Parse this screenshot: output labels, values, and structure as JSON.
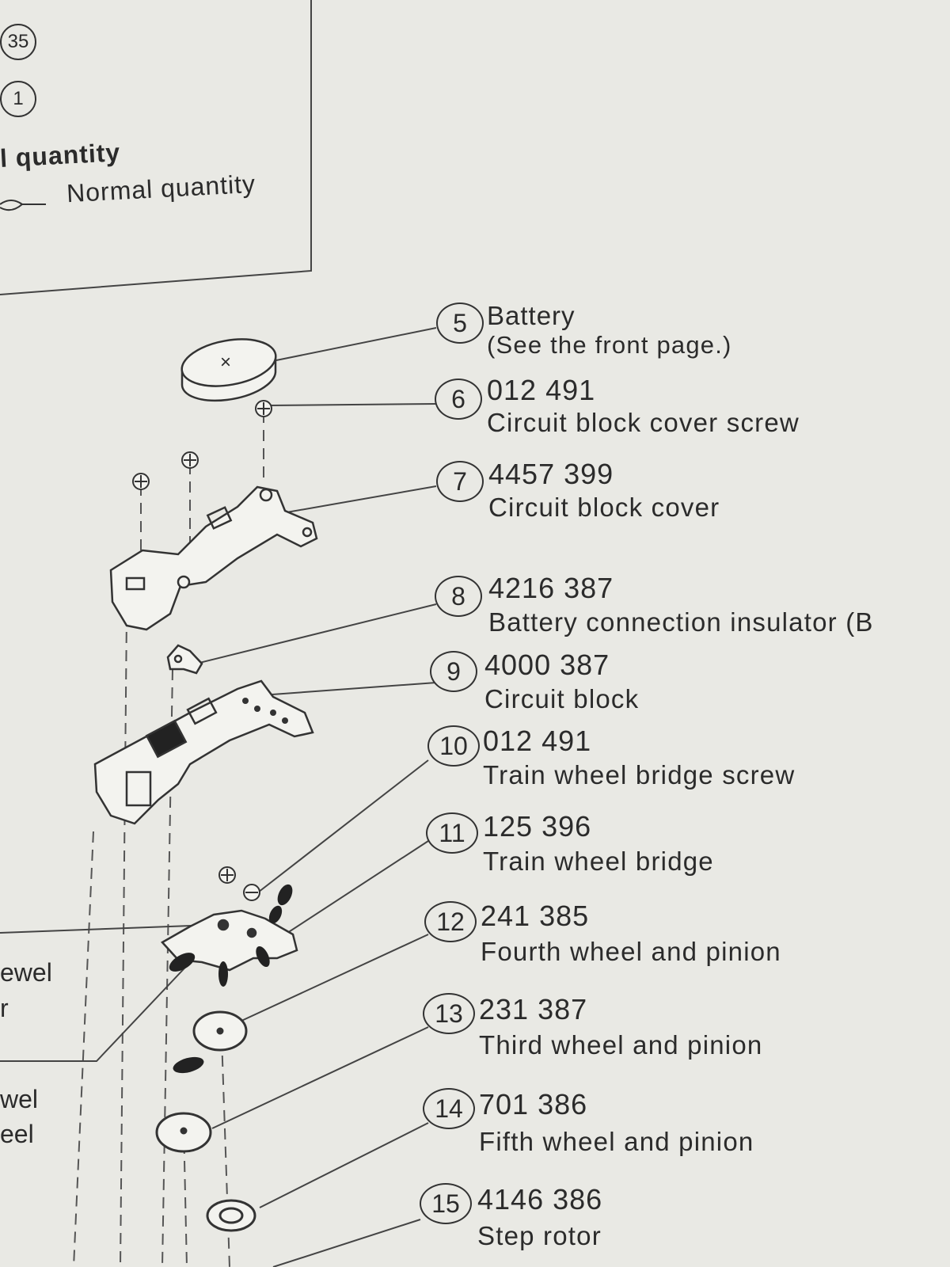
{
  "legend": {
    "items": [
      {
        "symbol": "35",
        "text": ""
      },
      {
        "symbol": "1",
        "text": ""
      }
    ],
    "quantity_label_1": "l quantity",
    "quantity_label_2": "Normal quantity"
  },
  "parts": [
    {
      "number": "5",
      "code": "Battery",
      "name": "(See the front page.)"
    },
    {
      "number": "6",
      "code": "012 491",
      "name": "Circuit block cover screw"
    },
    {
      "number": "7",
      "code": "4457 399",
      "name": "Circuit block cover"
    },
    {
      "number": "8",
      "code": "4216 387",
      "name": "Battery connection insulator (B"
    },
    {
      "number": "9",
      "code": "4000 387",
      "name": "Circuit block"
    },
    {
      "number": "10",
      "code": "012 491",
      "name": "Train wheel bridge screw"
    },
    {
      "number": "11",
      "code": "125 396",
      "name": "Train wheel bridge"
    },
    {
      "number": "12",
      "code": "241 385",
      "name": "Fourth wheel and pinion"
    },
    {
      "number": "13",
      "code": "231 387",
      "name": "Third wheel and pinion"
    },
    {
      "number": "14",
      "code": "701 386",
      "name": "Fifth wheel and pinion"
    },
    {
      "number": "15",
      "code": "4146 386",
      "name": "Step rotor"
    }
  ],
  "left_edge_labels": [
    "ewel",
    "r",
    "wel",
    "eel"
  ],
  "battery_mark": "×"
}
